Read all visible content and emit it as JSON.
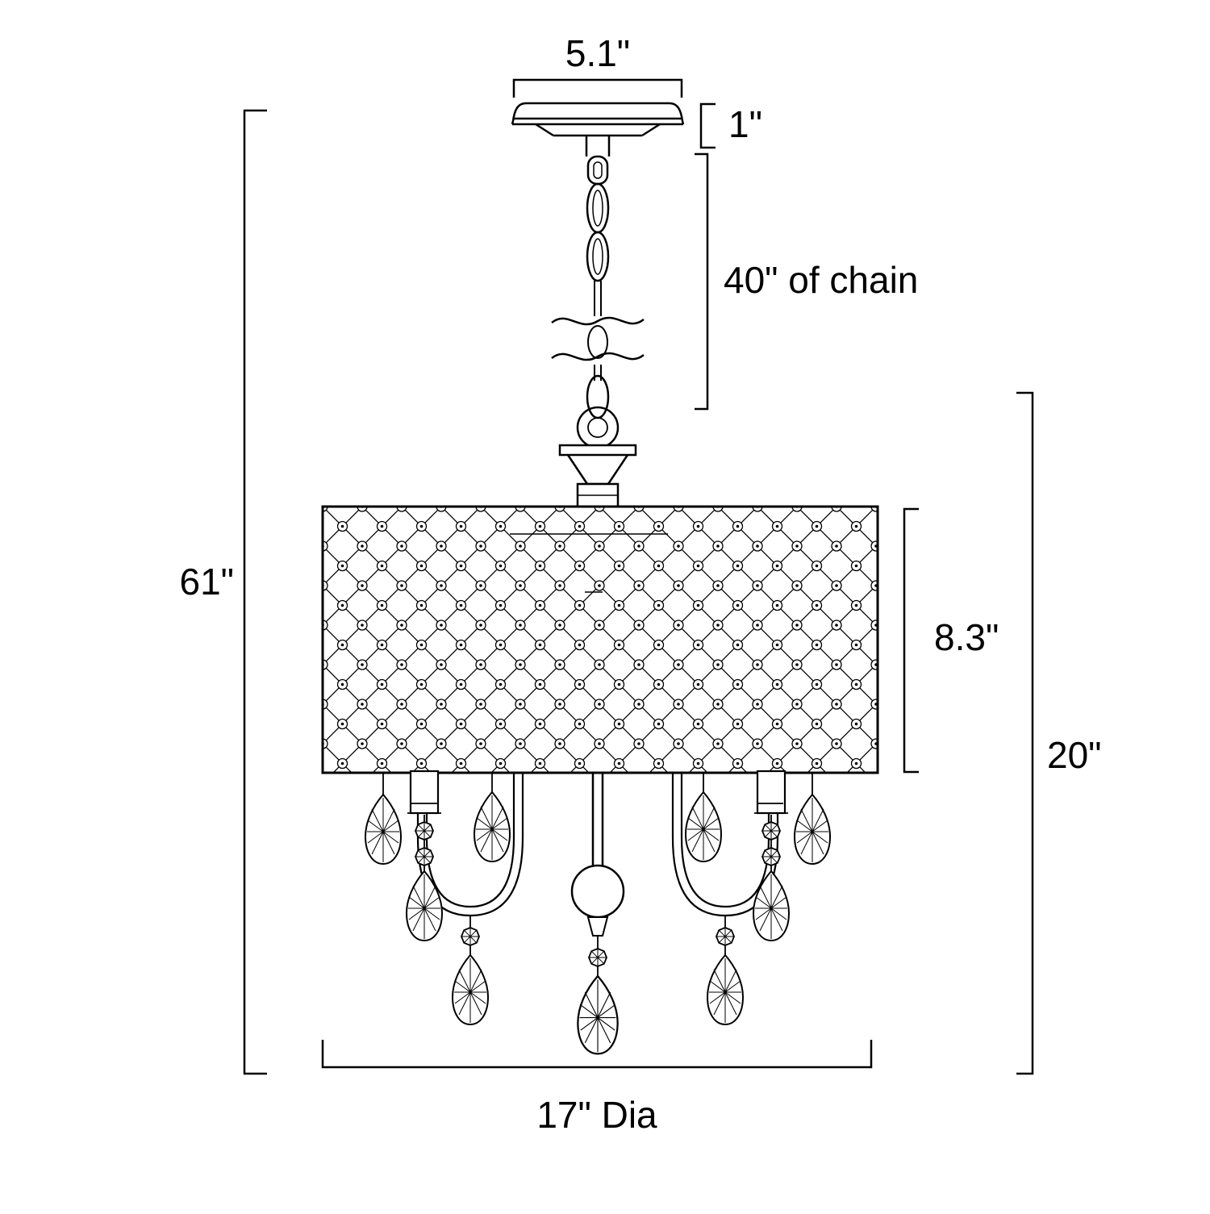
{
  "diagram": {
    "type": "technical-dimension-drawing",
    "subject": "drum shade crystal chandelier with chain mount",
    "background_color": "#ffffff",
    "line_color": "#000000",
    "labels": {
      "canopy_width": "5.1\"",
      "canopy_height": "1\"",
      "chain_length": "40\" of chain",
      "overall_height": "61\"",
      "shade_height": "8.3\"",
      "body_height": "20\"",
      "diameter": "17\" Dia"
    }
  }
}
